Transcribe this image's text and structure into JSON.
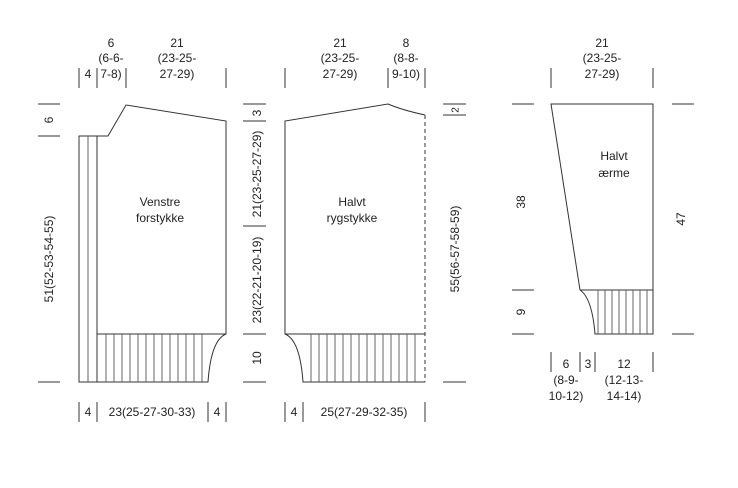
{
  "front": {
    "name_line1": "Venstre",
    "name_line2": "forstykke",
    "top_left": "6",
    "top_left_sub1": "(6-6-",
    "top_left_sub2": "7-8)",
    "top_border": "4",
    "top_right": "21",
    "top_right_sub1": "(23-25-",
    "top_right_sub2": "27-29)",
    "left_top": "6",
    "left_height": "51(52-53-54-55)",
    "bottom_border_left": "4",
    "bottom_width": "23(25-27-30-33)",
    "bottom_border_right": "4"
  },
  "center": {
    "armhole_top": "3",
    "armhole": "21(23-25-27-29)",
    "body": "23(22-21-20-19)",
    "rib": "10"
  },
  "back": {
    "name_line1": "Halvt",
    "name_line2": "rygstykke",
    "top_left": "21",
    "top_left_sub1": "(23-25-",
    "top_left_sub2": "27-29)",
    "top_right": "8",
    "top_right_sub1": "(8-8-",
    "top_right_sub2": "9-10)",
    "right_top": "2",
    "right_height": "55(56-57-58-59)",
    "bottom_border": "4",
    "bottom_width": "25(27-29-32-35)"
  },
  "sleeve": {
    "name_line1": "Halvt",
    "name_line2": "ærme",
    "top": "21",
    "top_sub1": "(23-25-",
    "top_sub2": "27-29)",
    "left_upper": "38",
    "left_lower": "9",
    "right_height": "47",
    "bottom_left": "6",
    "bottom_left_sub1": "(8-9-",
    "bottom_left_sub2": "10-12)",
    "bottom_mid": "3",
    "bottom_right": "12",
    "bottom_right_sub1": "(12-13-",
    "bottom_right_sub2": "14-14)"
  }
}
